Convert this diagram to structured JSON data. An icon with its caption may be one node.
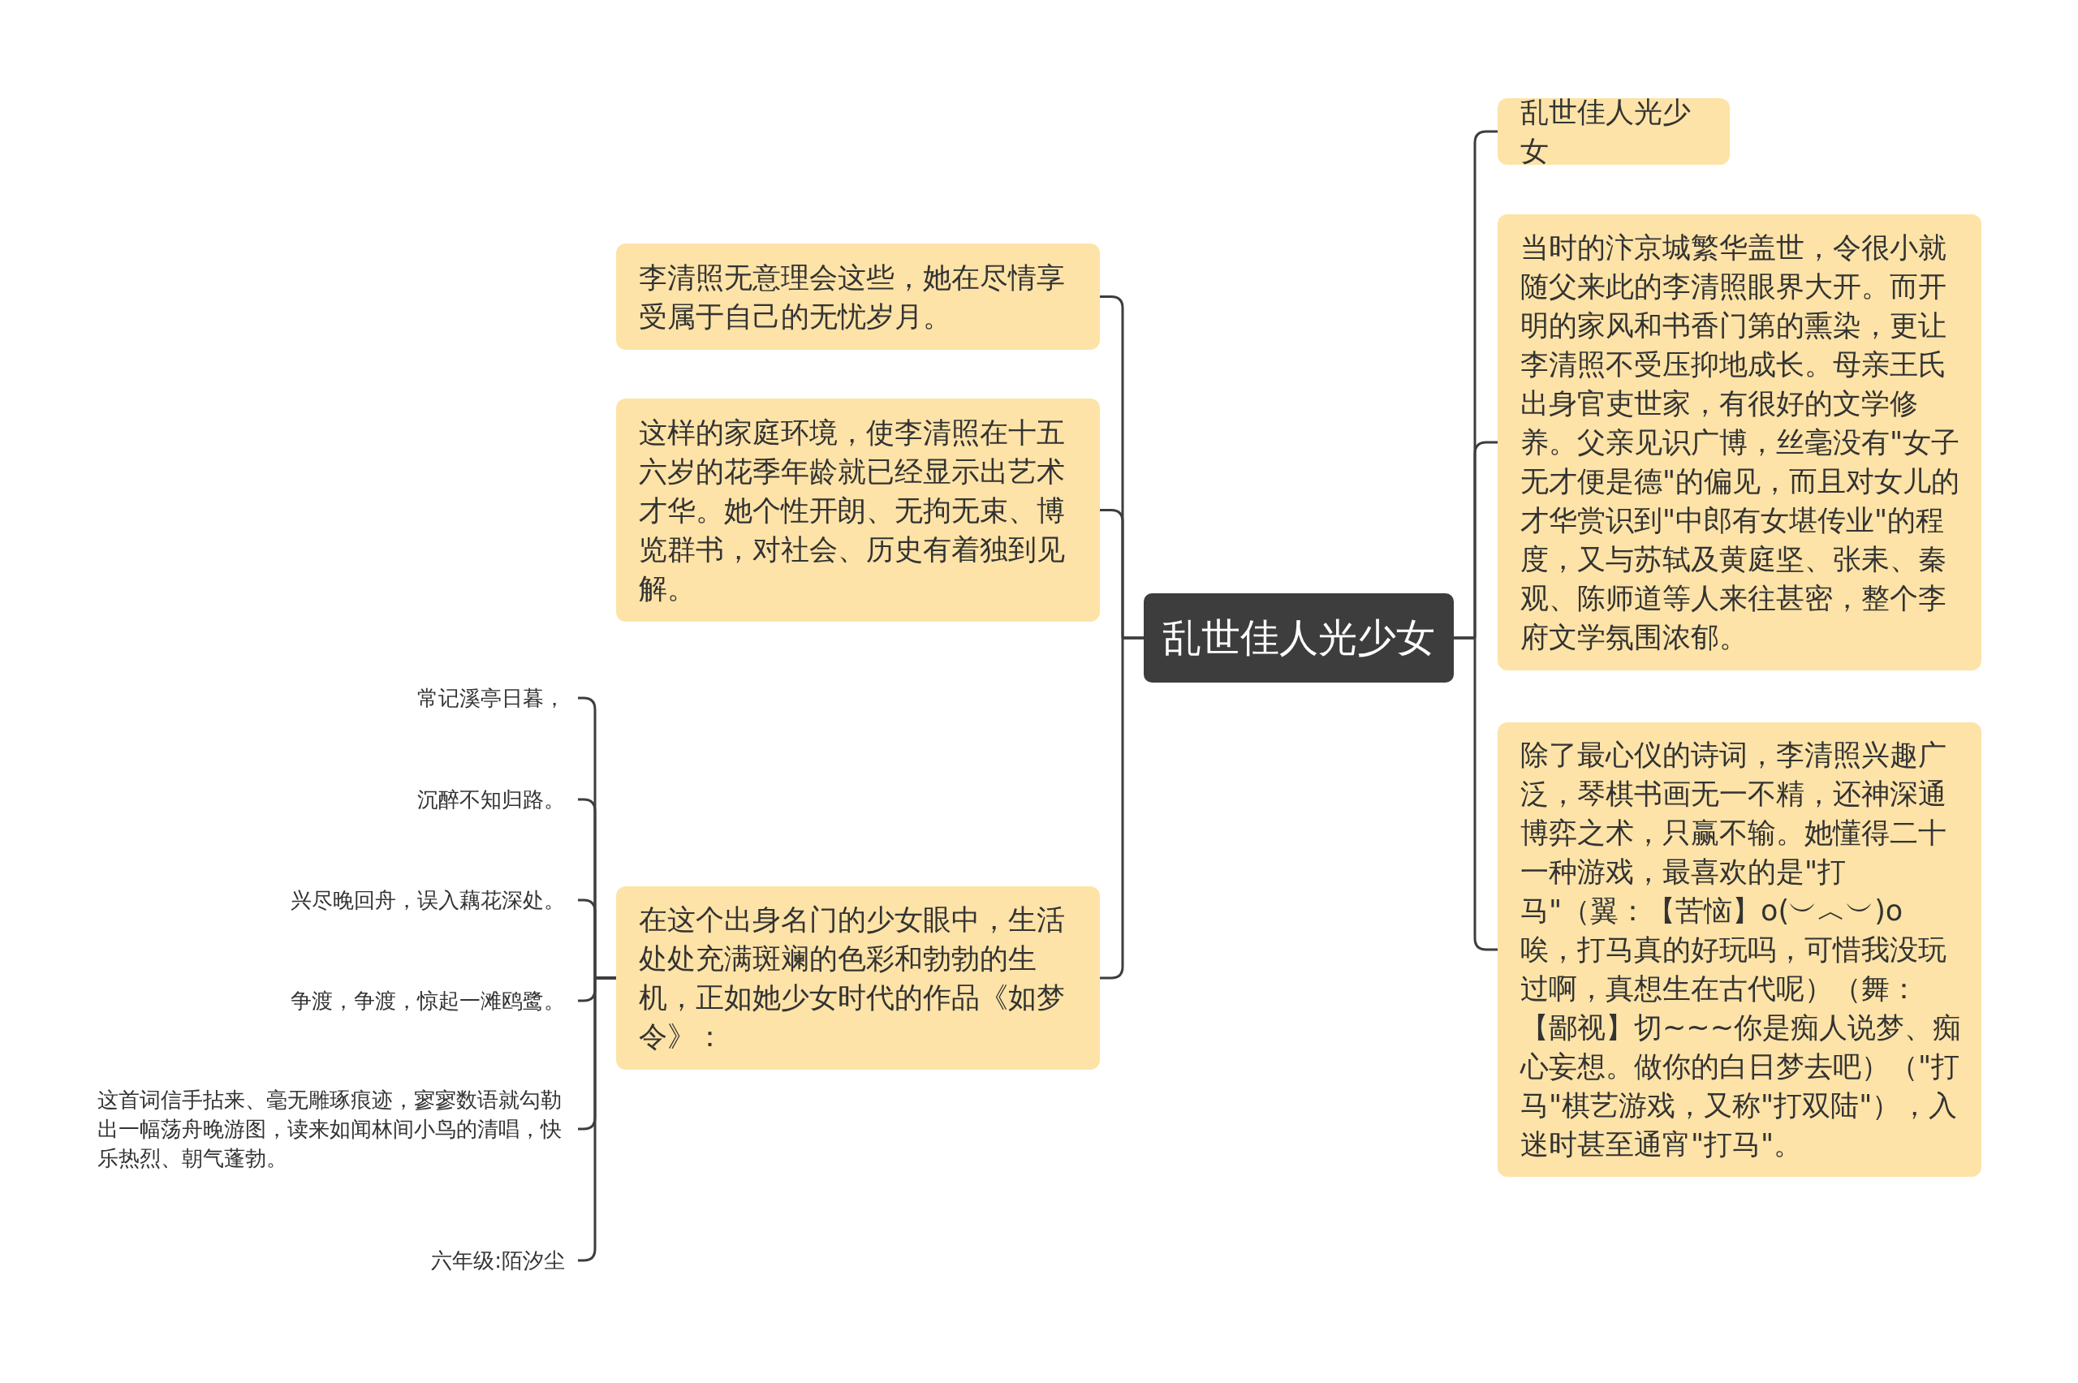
{
  "diagram": {
    "nodes": [
      {
        "text": [
          "乱世佳人光少女"
        ]
      },
      {
        "text": [
          "李清照无意理会这些，她在尽情享受属于自己的无忧岁月。"
        ]
      },
      {
        "text": [
          "这样的家庭环境，使李清照在十五六岁的花季年龄就已经显示出艺术才华。她个性开朗、无拘无束、博览群书，对社会、历史有着独到见解。"
        ]
      },
      {
        "text": [
          "在这个出身名门的少女眼中，生活处处充满斑斓的色彩和勃勃的生机，正如她少女时代的作品《如梦令》："
        ]
      },
      {
        "text": [
          "常记溪亭日暮，"
        ]
      },
      {
        "text": [
          "沉醉不知归路。"
        ]
      },
      {
        "text": [
          "兴尽晚回舟，误入藕花深处。"
        ]
      },
      {
        "text": [
          "争渡，争渡，惊起一滩鸥鹭。"
        ]
      },
      {
        "text": [
          "这首词信手拈来、毫无雕琢痕迹，寥寥数语就勾勒出一幅荡舟晚游图，读来如闻林间小鸟的清唱，快乐热烈、朝气蓬勃。"
        ]
      },
      {
        "text": [
          "六年级:陌汐尘"
        ]
      },
      {
        "text": [
          "乱世佳人光少女"
        ]
      },
      {
        "text": [
          "当时的汴京城繁华盖世，令很小就随父来此的李清照眼界大开。而开明的家风和书香门第的熏染，更让李清照不受压抑地成长。母亲王氏出身官吏世家，有很好的文学修养。父亲见识广博，丝毫没有\"女子无才便是德\"的偏见，而且对女儿的才华赏识到\"中郎有女堪传业\"的程度，又与苏轼及黄庭坚、张耒、秦观、陈师道等人来往甚密，整个李府文学氛围浓郁。"
        ]
      },
      {
        "text": [
          "除了最心仪的诗词，李清照兴趣广泛，琴棋书画无一不精，还神深通博弈之术，只赢不输。她懂得二十一种游戏，最喜欢的是\"打马\"（翼：【苦恼】o(︶︿︶)o 唉，打马真的好玩吗，可惜我没玩过啊，真想生在古代呢）（舞：【鄙视】切~~~你是痴人说梦、痴心妄想。做你的白日梦去吧）（\"打马\"棋艺游戏，又称\"打双陆\"），入迷时甚至通宵\"打马\"。"
        ]
      }
    ],
    "edges": [
      {
        "from": 0,
        "to": 1,
        "arrow": "none"
      },
      {
        "from": 0,
        "to": 2,
        "arrow": "none"
      },
      {
        "from": 0,
        "to": 3,
        "arrow": "none"
      },
      {
        "from": 3,
        "to": 4,
        "arrow": "none"
      },
      {
        "from": 3,
        "to": 5,
        "arrow": "none"
      },
      {
        "from": 3,
        "to": 6,
        "arrow": "none"
      },
      {
        "from": 3,
        "to": 7,
        "arrow": "none"
      },
      {
        "from": 3,
        "to": 8,
        "arrow": "none"
      },
      {
        "from": 3,
        "to": 9,
        "arrow": "none"
      },
      {
        "from": 0,
        "to": 10,
        "arrow": "none"
      },
      {
        "from": 0,
        "to": 11,
        "arrow": "none"
      },
      {
        "from": 0,
        "to": 12,
        "arrow": "none"
      }
    ]
  }
}
